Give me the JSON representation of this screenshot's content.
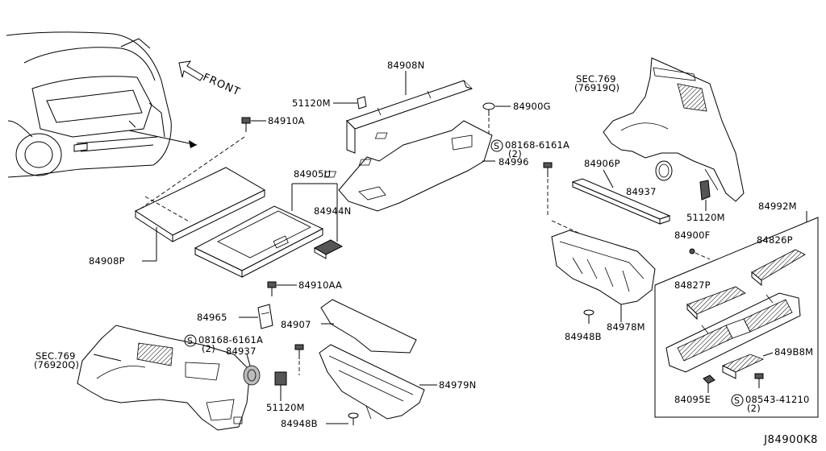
{
  "diagram_code": "J84900K8",
  "front_label": "FRONT",
  "labels": {
    "p84908N": "84908N",
    "p51120M_top": "51120M",
    "p84900G": "84900G",
    "p84910A": "84910A",
    "bolt_top_line1": "08168-6161A",
    "bolt_top_line2": "(2)",
    "p84996": "84996",
    "p84905U": "84905U",
    "p84944N": "84944N",
    "p84908P": "84908P",
    "sec769_right_line1": "SEC.769",
    "sec769_right_line2": "(76919Q)",
    "p84906P": "84906P",
    "p84937_right": "84937",
    "p51120M_right": "51120M",
    "p84992M": "84992M",
    "p84900F": "84900F",
    "p84826P": "84826P",
    "p84827P": "84827P",
    "p84910AA": "84910AA",
    "p84965": "84965",
    "p84907": "84907",
    "sec769_left_line1": "SEC.769",
    "sec769_left_line2": "(76920Q)",
    "bolt_bottom_line1": "08168-6161A",
    "bolt_bottom_line2": "(2)",
    "p84937_left": "84937",
    "p51120M_left": "51120M",
    "p84948B_bottom": "84948B",
    "p84979N": "84979N",
    "p84948B_right": "84948B",
    "p84978M": "84978M",
    "p849B8M": "849B8M",
    "p84095E": "84095E",
    "screw_line1": "08543-41210",
    "screw_line2": "(2)",
    "s_symbol": "S"
  }
}
